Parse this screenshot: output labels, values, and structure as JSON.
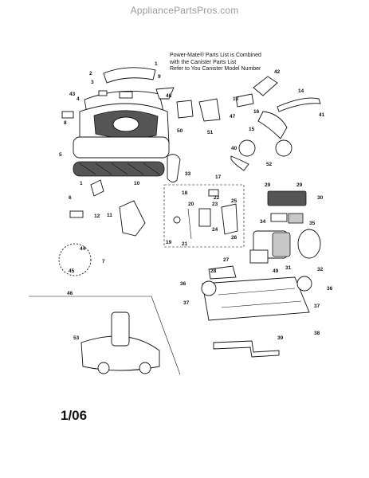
{
  "header": {
    "site": "AppliancePartsPros.com"
  },
  "note": {
    "lines": [
      "Power-Mate® Parts List is Combined",
      "with the Canister Parts List",
      "Refer to You Canister Model Number"
    ]
  },
  "footer": {
    "date": "1/06"
  },
  "callouts": {
    "c1": "1",
    "c2": "2",
    "c3": "3",
    "c4": "4",
    "c5": "5",
    "c6": "6",
    "c7": "7",
    "c8": "8",
    "c9": "9",
    "c10": "10",
    "c11": "11",
    "c12": "12",
    "c13": "13",
    "c14": "14",
    "c15": "15",
    "c16": "16",
    "c17": "17",
    "c18": "18",
    "c19": "19",
    "c20": "20",
    "c21": "21",
    "c22": "22",
    "c23": "23",
    "c24": "24",
    "c25": "25",
    "c26": "26",
    "c27": "27",
    "c28": "28",
    "c29a": "29",
    "c29b": "29",
    "c30": "30",
    "c31": "31",
    "c32": "32",
    "c33": "33",
    "c34": "34",
    "c35": "35",
    "c36a": "36",
    "c36b": "36",
    "c37a": "37",
    "c37b": "37",
    "c38": "38",
    "c39": "39",
    "c40": "40",
    "c41": "41",
    "c42": "42",
    "c43": "43",
    "c44": "44",
    "c45": "45",
    "c46": "46",
    "c47": "47",
    "c48": "48",
    "c49": "49",
    "c50": "50",
    "c51": "51",
    "c52": "52",
    "c53": "53"
  }
}
